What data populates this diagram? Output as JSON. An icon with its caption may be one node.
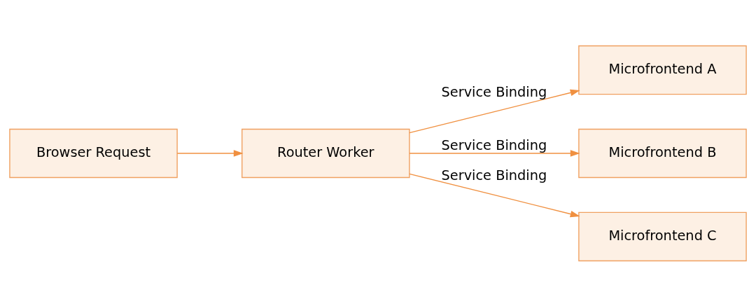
{
  "diagram": {
    "nodes": [
      {
        "text": [
          "Browser Request"
        ]
      },
      {
        "text": [
          "Router Worker"
        ]
      },
      {
        "text": [
          "Microfrontend A"
        ]
      },
      {
        "text": [
          "Microfrontend B"
        ]
      },
      {
        "text": [
          "Microfrontend C"
        ]
      }
    ],
    "edges": [
      {
        "from": 0,
        "to": 1,
        "arrow": "to"
      },
      {
        "from": 1,
        "to": 2,
        "arrow": "to",
        "label": "Service Binding"
      },
      {
        "from": 1,
        "to": 3,
        "arrow": "to",
        "label": "Service Binding"
      },
      {
        "from": 1,
        "to": 4,
        "arrow": "to",
        "label": "Service Binding"
      }
    ]
  }
}
